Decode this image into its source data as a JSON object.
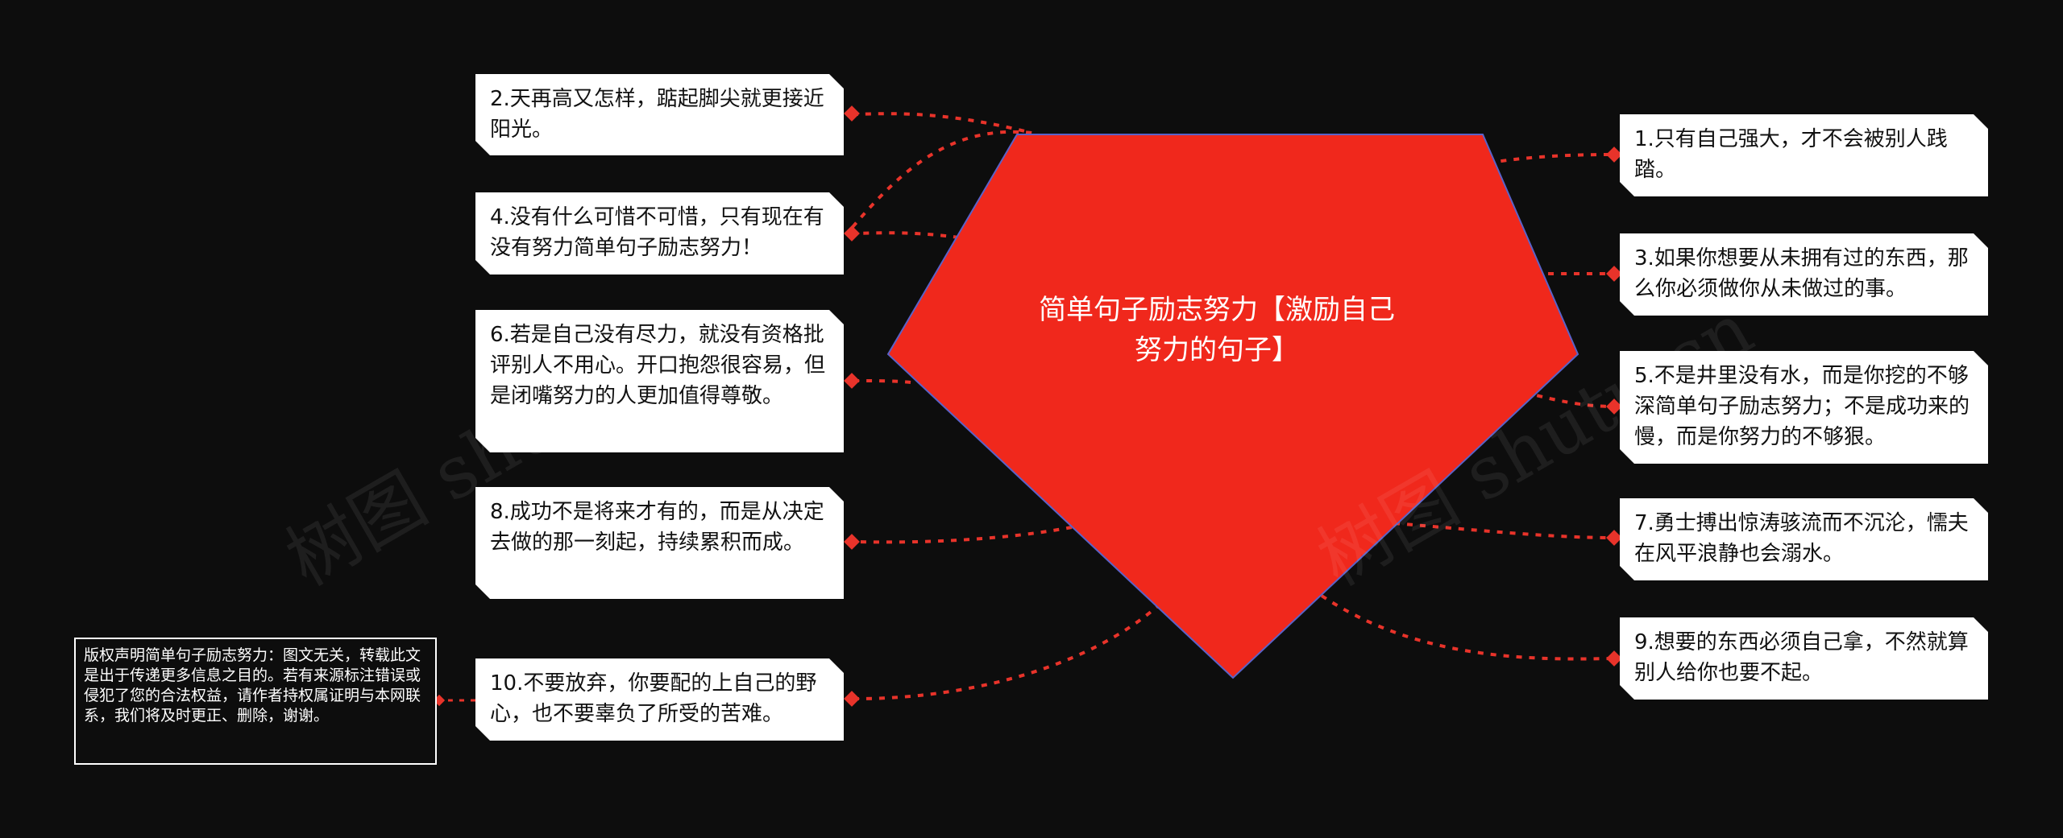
{
  "center": {
    "title": "简单句子励志努力【激励自己努力的句子】",
    "color": "#f0281c"
  },
  "left_nodes": [
    {
      "id": "2",
      "text": "2.天再高又怎样，踮起脚尖就更接近阳光。"
    },
    {
      "id": "4",
      "text": "4.没有什么可惜不可惜，只有现在有没有努力简单句子励志努力！"
    },
    {
      "id": "6",
      "text": "6.若是自己没有尽力，就没有资格批评别人不用心。开口抱怨很容易，但是闭嘴努力的人更加值得尊敬。"
    },
    {
      "id": "8",
      "text": "8.成功不是将来才有的，而是从决定去做的那一刻起，持续累积而成。"
    },
    {
      "id": "10",
      "text": "10.不要放弃，你要配的上自己的野心，也不要辜负了所受的苦难。"
    }
  ],
  "right_nodes": [
    {
      "id": "1",
      "text": "1.只有自己强大，才不会被别人践踏。"
    },
    {
      "id": "3",
      "text": "3.如果你想要从未拥有过的东西，那么你必须做你从未做过的事。"
    },
    {
      "id": "5",
      "text": "5.不是井里没有水，而是你挖的不够深简单句子励志努力；不是成功来的慢，而是你努力的不够狠。"
    },
    {
      "id": "7",
      "text": "7.勇士搏出惊涛骇流而不沉沦，懦夫在风平浪静也会溺水。"
    },
    {
      "id": "9",
      "text": "9.想要的东西必须自己拿，不然就算别人给你也要不起。"
    }
  ],
  "copyright_note": "版权声明简单句子励志努力：图文无关，转载此文是出于传递更多信息之目的。若有来源标注错误或侵犯了您的合法权益，请作者持权属证明与本网联系，我们将及时更正、删除，谢谢。",
  "watermarks": [
    "树图 shutu.cn",
    "树图 shutu.cn"
  ],
  "colors": {
    "background": "#0d0d0d",
    "link": "#e8332a",
    "node_bg": "#ffffff"
  }
}
